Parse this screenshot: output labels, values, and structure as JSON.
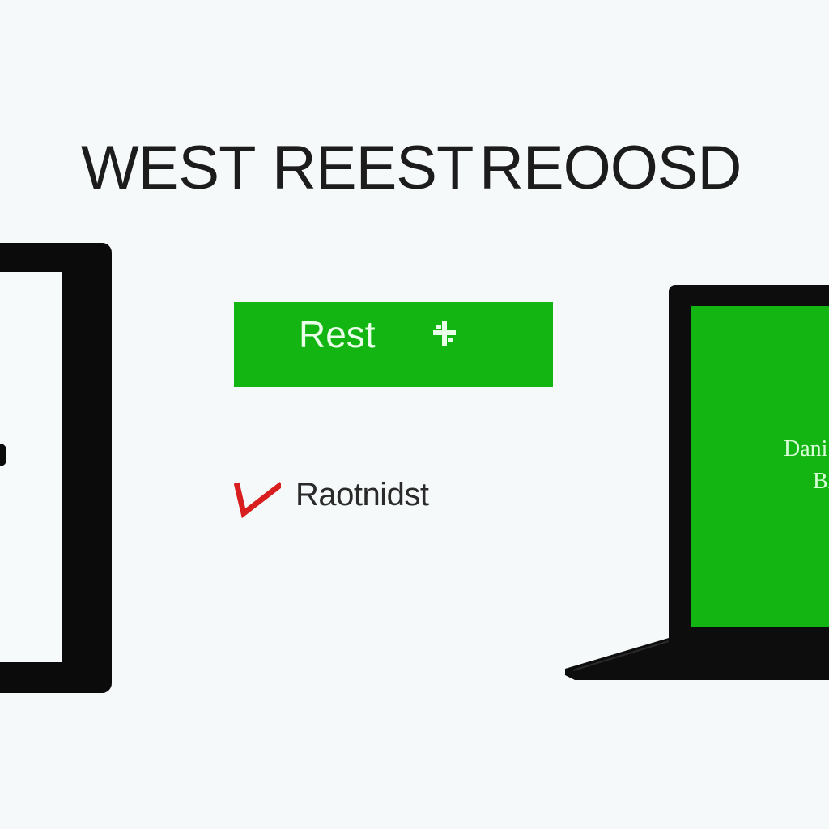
{
  "headline": {
    "word1": "WEST",
    "word2": "REEST",
    "word3": "REOOSD"
  },
  "reset_button": {
    "label": "Rest"
  },
  "check_row": {
    "text": "Raotnidst"
  },
  "laptop_screen": {
    "line1": "Dani",
    "line2": "Bi"
  },
  "colors": {
    "background": "#f6f9f9",
    "green": "#13b513",
    "check_red": "#d81e1e",
    "device_black": "#0b0b0b"
  },
  "icons": {
    "check": "check-icon",
    "button_glyph": "cross-glyph-icon"
  }
}
